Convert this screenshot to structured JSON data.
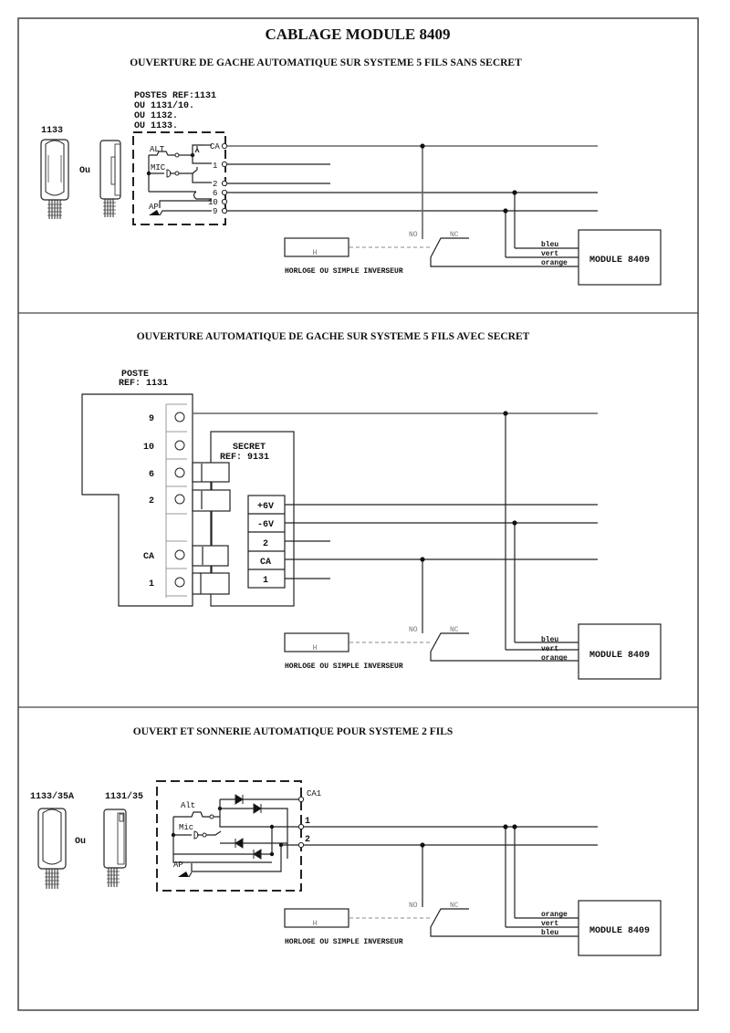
{
  "title": "CABLAGE MODULE 8409",
  "sections": [
    {
      "heading": "OUVERTURE DE GACHE AUTOMATIQUE SUR SYSTEME 5 FILS SANS SECRET",
      "device_label": "1133",
      "or_label": "Ou",
      "postes_lines": [
        "POSTES REF:1131",
        "OU 1131/10.",
        "OU 1132.",
        "OU 1133."
      ],
      "internal_labels": {
        "alt": "ALT",
        "mic": "MIC",
        "ap": "AP"
      },
      "terminals": [
        "CA",
        "1",
        "2",
        "6",
        "10",
        "9"
      ],
      "relay": {
        "box_label": "H",
        "no": "NO",
        "nc": "NC",
        "caption": "HORLOGE OU SIMPLE INVERSEUR"
      },
      "wires": [
        "bleu",
        "vert",
        "orange"
      ],
      "module_label": "MODULE 8409"
    },
    {
      "heading": "OUVERTURE AUTOMATIQUE DE GACHE SUR SYSTEME 5 FILS AVEC SECRET",
      "poste_lines": [
        "POSTE",
        "REF: 1131"
      ],
      "poste_terminals": [
        "9",
        "10",
        "6",
        "2",
        "",
        "CA",
        "1"
      ],
      "secret_lines": [
        "SECRET",
        "REF: 9131"
      ],
      "secret_terminals": [
        "+6V",
        "-6V",
        "2",
        "CA",
        "1"
      ],
      "relay": {
        "box_label": "H",
        "no": "NO",
        "nc": "NC",
        "caption": "HORLOGE OU SIMPLE INVERSEUR"
      },
      "wires": [
        "bleu",
        "vert",
        "orange"
      ],
      "module_label": "MODULE 8409"
    },
    {
      "heading": "OUVERT ET SONNERIE AUTOMATIQUE POUR SYSTEME 2 FILS",
      "device_label_a": "1133/35A",
      "device_label_b": "1131/35",
      "or_label": "Ou",
      "internal_labels": {
        "alt": "Alt",
        "mic": "Mic",
        "ap": "AP"
      },
      "terminals": [
        "CA1",
        "1",
        "2"
      ],
      "relay": {
        "box_label": "H",
        "no": "NO",
        "nc": "NC",
        "caption": "HORLOGE OU SIMPLE INVERSEUR"
      },
      "wires": [
        "orange",
        "vert",
        "bleu"
      ],
      "module_label": "MODULE 8409"
    }
  ]
}
